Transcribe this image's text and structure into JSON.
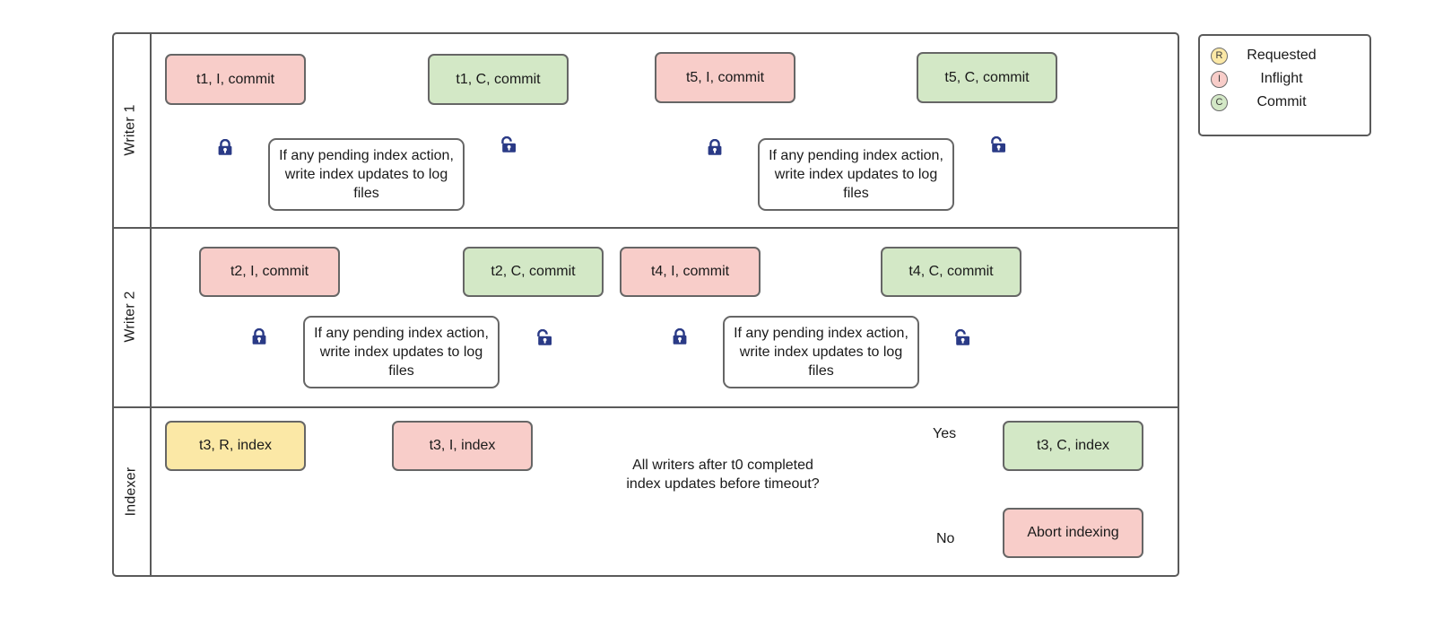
{
  "diagram": {
    "title": "Writer / Indexer concurrency swimlane flowchart",
    "colors": {
      "inflight": "#f8cdc9",
      "commit": "#d3e8c6",
      "requested": "#fbe8a6",
      "process": "#ffffff",
      "border": "#666666",
      "frame": "#5a5a5a",
      "lock": "#2a3a86",
      "text": "#1a1a1a"
    },
    "lanes": [
      {
        "id": "writer-1",
        "label": "Writer 1"
      },
      {
        "id": "writer-2",
        "label": "Writer 2"
      },
      {
        "id": "indexer",
        "label": "Indexer"
      }
    ],
    "process_text": "If any pending index action, write index updates to log files",
    "nodes": {
      "w1_t1_i": "t1, I, commit",
      "w1_proc_a": "If any pending index action, write index updates to log files",
      "w1_t1_c": "t1, C, commit",
      "w1_t5_i": "t5, I, commit",
      "w1_proc_b": "If any pending index action, write index updates to log files",
      "w1_t5_c": "t5, C, commit",
      "w2_t2_i": "t2, I, commit",
      "w2_proc_a": "If any pending index action, write index updates to log files",
      "w2_t2_c": "t2, C, commit",
      "w2_t4_i": "t4, I, commit",
      "w2_proc_b": "If any pending index action, write index updates to log files",
      "w2_t4_c": "t4, C, commit",
      "ix_t3_r": "t3, R, index",
      "ix_t3_i": "t3, I, index",
      "ix_decision": "All writers after t0 completed index updates before timeout?",
      "ix_t3_c": "t3, C, index",
      "ix_abort": "Abort indexing"
    },
    "edge_labels": {
      "yes": "Yes",
      "no": "No"
    },
    "icons": {
      "lock_closed": "lock-closed-icon",
      "lock_open": "lock-open-icon"
    }
  },
  "legend": {
    "items": [
      {
        "badge": "R",
        "label": "Requested",
        "color": "#fbe8a6"
      },
      {
        "badge": "I",
        "label": "Inflight",
        "color": "#f8cdc9"
      },
      {
        "badge": "C",
        "label": "Commit",
        "color": "#d3e8c6"
      }
    ]
  }
}
